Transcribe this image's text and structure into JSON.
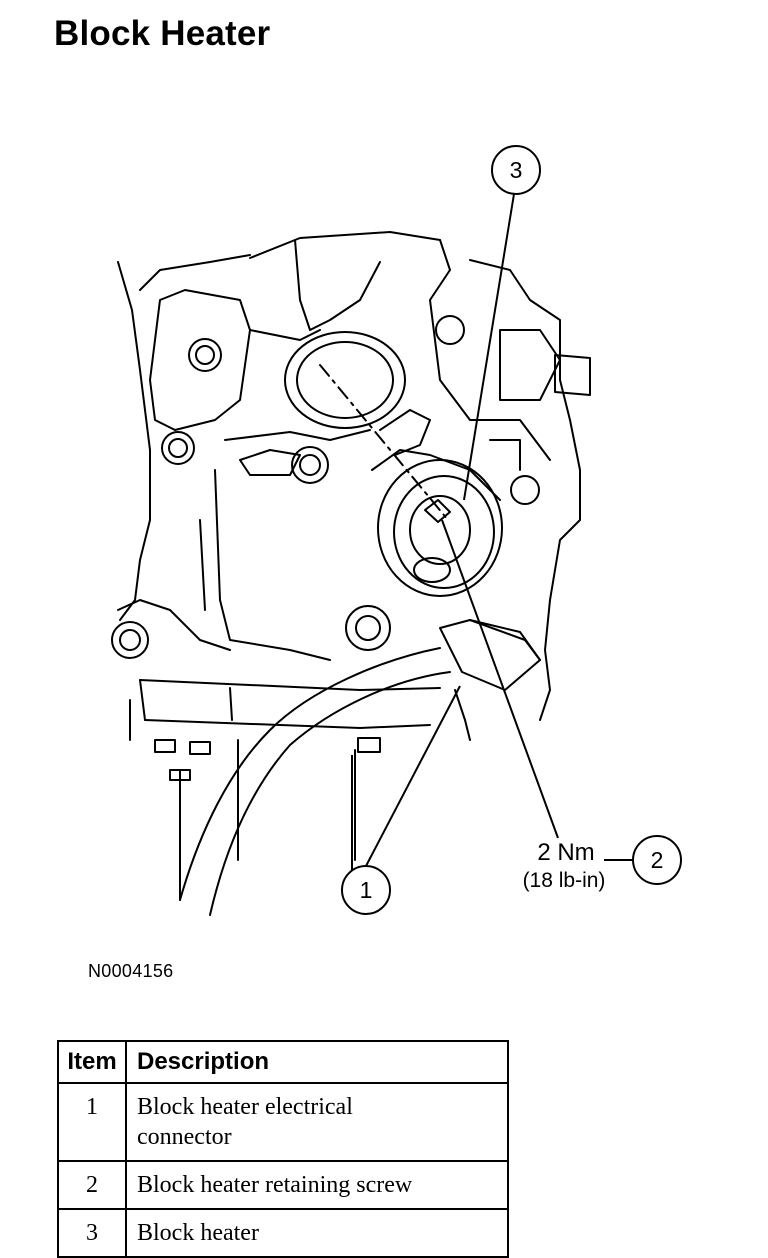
{
  "page": {
    "title": "Block Heater"
  },
  "diagram": {
    "callouts": [
      {
        "number": "3"
      },
      {
        "number": "2"
      },
      {
        "number": "1"
      }
    ],
    "torque": {
      "metric": "2 Nm",
      "imperial": "(18 lb-in)"
    },
    "figure_code": "N0004156"
  },
  "legend": {
    "headers": {
      "item": "Item",
      "description": "Description"
    },
    "rows": [
      {
        "item": "1",
        "description": "Block heater electrical connector"
      },
      {
        "item": "2",
        "description": "Block heater retaining screw"
      },
      {
        "item": "3",
        "description": "Block heater"
      }
    ]
  }
}
